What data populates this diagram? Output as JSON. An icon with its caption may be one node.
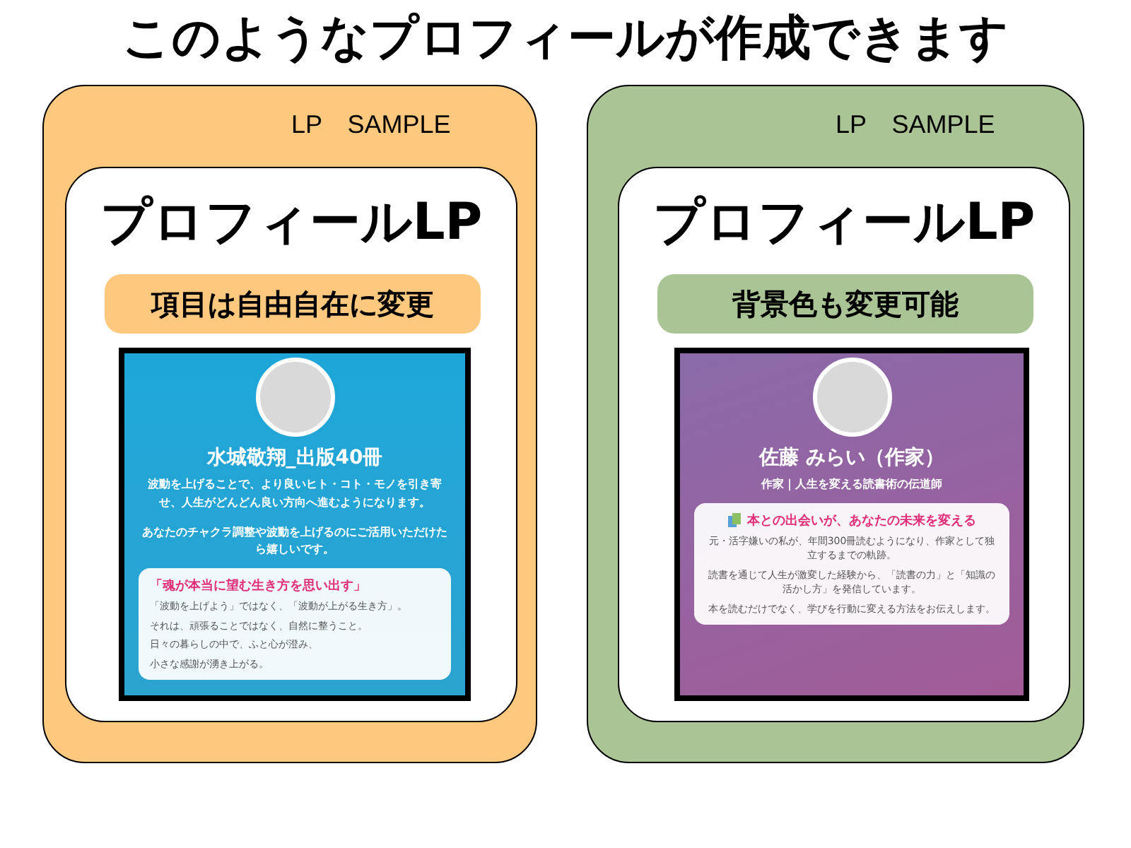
{
  "diagram": {
    "title": "このようなプロフィールが作成できます",
    "nodes": [
      {
        "text": [
          "LP　SAMPLE"
        ]
      },
      {
        "text": [
          "プロフィールLP"
        ],
        "in": 0
      },
      {
        "text": [
          "項目は自由自在に変更"
        ],
        "in": 1
      },
      {
        "text": [
          "水城敬翔_出版40冊",
          "波動を上げることで、より良いヒト・コト・モノを引き寄せ、人生がどんどん良い方向へ進むようになります。",
          "あなたのチャクラ調整や波動を上げるのにご活用いただけたら嬉しいです。"
        ],
        "in": 1
      },
      {
        "text": [],
        "shape": "circle",
        "in": 3
      },
      {
        "text": [
          "「魂が本当に望む生き方を思い出す」",
          "「波動を上げよう」ではなく、「波動が上がる生き方」。",
          "それは、頑張ることではなく、自然に整うこと。",
          "日々の暮らしの中で、ふと心が澄み、",
          "小さな感謝が湧き上がる。"
        ],
        "in": 3
      },
      {
        "text": [
          "LP　SAMPLE"
        ]
      },
      {
        "text": [
          "プロフィールLP"
        ],
        "in": 6
      },
      {
        "text": [
          "背景色も変更可能"
        ],
        "in": 7
      },
      {
        "text": [
          "佐藤 みらい（作家）",
          "作家｜人生を変える読書術の伝道師"
        ],
        "in": 7
      },
      {
        "text": [],
        "shape": "circle",
        "in": 9
      },
      {
        "text": [
          "本との出会いが、あなたの未来を変える",
          "元・活字嫌いの私が、年間300冊読むようになり、作家として独立するまでの軌跡。",
          "読書を通じて人生が激変した経験から、「読書の力」と「知識の活かし方」を発信しています。",
          "本を読むだけでなく、学びを行動に変える方法をお伝えします。"
        ],
        "in": 9
      }
    ]
  }
}
